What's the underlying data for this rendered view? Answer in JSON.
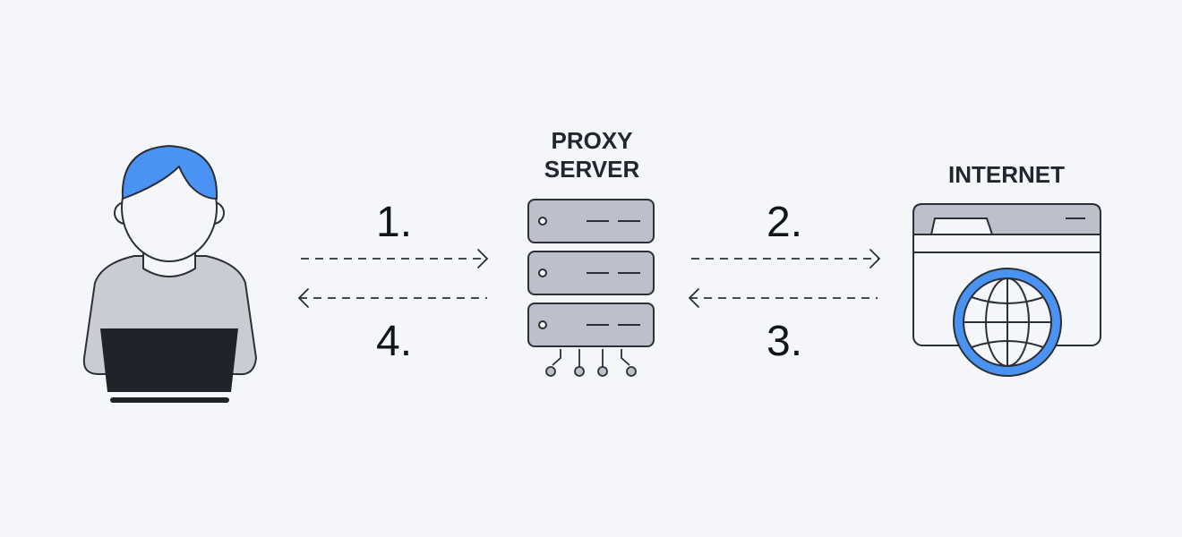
{
  "proxy": {
    "title_line1": "PROXY",
    "title_line2": "SERVER"
  },
  "internet": {
    "title": "INTERNET"
  },
  "steps": {
    "s1": "1.",
    "s2": "2.",
    "s3": "3.",
    "s4": "4."
  },
  "colors": {
    "background": "#f4f6f9",
    "accent_blue": "#4a93f2",
    "body_gray": "#c9ccd3",
    "server_gray": "#bcc0ca",
    "laptop_dark": "#1f232a",
    "stroke": "#2b2f36"
  },
  "icons": [
    "user-icon",
    "laptop-icon",
    "server-rack-icon",
    "browser-window-icon",
    "globe-icon"
  ]
}
